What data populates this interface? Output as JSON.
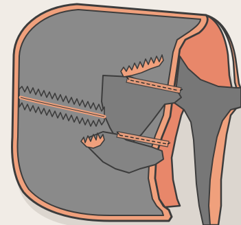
{
  "colors": {
    "background": "#f1ece6",
    "fabric_outer": "#8a8a8a",
    "fabric_inner": "#707070",
    "binding_tape": "#f0a07c",
    "lining": "#e8876a",
    "outline": "#3c3c3c",
    "shadow": "#d9d4ce",
    "stitch": "#2a2a2a"
  },
  "parts": [
    "outer-body-panel",
    "binding-edge",
    "lining-inner",
    "pinked-seam-allowance",
    "folded-flap",
    "topstitch-line-upper",
    "topstitch-line-lower"
  ]
}
